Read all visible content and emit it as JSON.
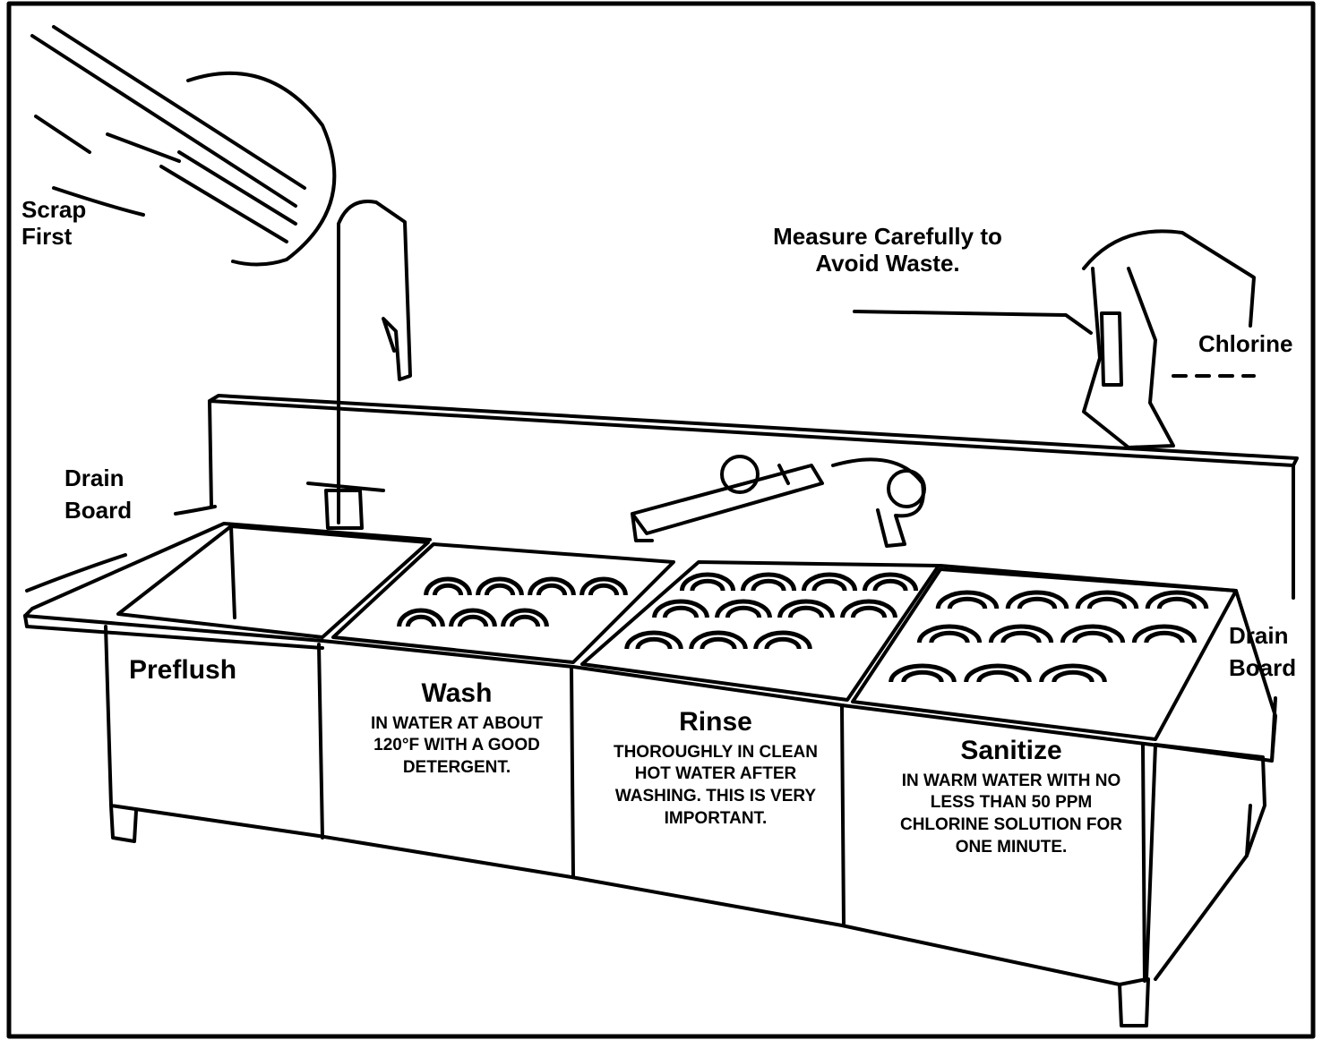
{
  "labels": {
    "scrap": [
      "Scrap",
      "First"
    ],
    "measure": [
      "Measure Carefully to",
      "Avoid Waste."
    ],
    "chlorine": "Chlorine",
    "drain_left": [
      "Drain",
      "Board"
    ],
    "drain_right": [
      "Drain",
      "Board"
    ]
  },
  "stations": {
    "preflush": {
      "title": "Preflush"
    },
    "wash": {
      "title": "Wash",
      "desc": [
        "IN WATER AT ABOUT",
        "120°F WITH A GOOD",
        "DETERGENT."
      ]
    },
    "rinse": {
      "title": "Rinse",
      "desc": [
        "THOROUGHLY IN CLEAN",
        "HOT WATER AFTER",
        "WASHING. THIS IS VERY",
        "IMPORTANT."
      ]
    },
    "sanitize": {
      "title": "Sanitize",
      "desc": [
        "IN WARM WATER WITH NO",
        "LESS THAN 50 PPM",
        "CHLORINE SOLUTION FOR",
        "ONE MINUTE."
      ]
    }
  },
  "colors": {
    "ink": "#000000",
    "paper": "#ffffff"
  }
}
